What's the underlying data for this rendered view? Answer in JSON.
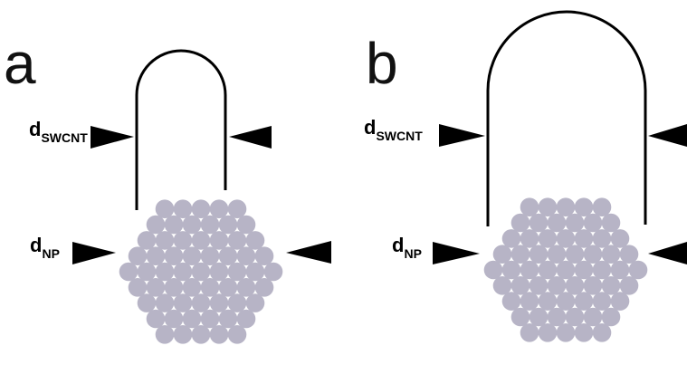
{
  "colors": {
    "background": "#ffffff",
    "nanotube": "#000000",
    "particle": "#b7b4c6",
    "arrow": "#000000",
    "text": "#111111"
  },
  "panels": [
    {
      "letter": "a",
      "d_swcnt": {
        "main": "d",
        "sub": "SWCNT"
      },
      "d_np": {
        "main": "d",
        "sub": "NP"
      }
    },
    {
      "letter": "b",
      "d_swcnt": {
        "main": "d",
        "sub": "SWCNT"
      },
      "d_np": {
        "main": "d",
        "sub": "NP"
      }
    }
  ]
}
